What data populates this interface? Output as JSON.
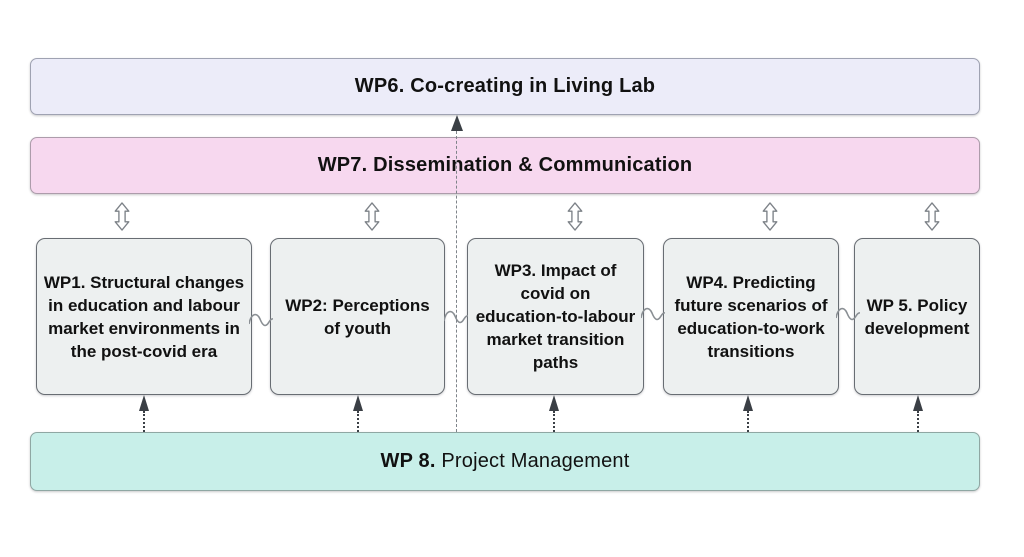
{
  "colors": {
    "wp6-fill": "#ececf9",
    "wp6-border": "#9fa2b2",
    "wp7-fill": "#f7d8ef",
    "wp7-border": "#ad9cab",
    "box-fill": "#edf0f0",
    "box-border": "#686d73",
    "wp8-fill": "#c8efe9",
    "wp8-border": "#8fa7a3",
    "text": "#111111",
    "arrow-dark": "#3a3f45",
    "arrow-outline": "#7d8288",
    "connector": "#8a8f94"
  },
  "bars": {
    "wp6": {
      "label": "WP6. Co-creating in Living Lab"
    },
    "wp7": {
      "label": "WP7. Dissemination & Communication"
    },
    "wp8": {
      "prefix": "WP 8.",
      "label": " Project Management"
    }
  },
  "boxes": [
    {
      "id": "wp1",
      "label": "WP1. Structural changes\nin education and labour\nmarket environments in\nthe post-covid era"
    },
    {
      "id": "wp2",
      "label": "WP2: Perceptions\nof youth"
    },
    {
      "id": "wp3",
      "label": "WP3. Impact of\ncovid on\neducation-to-labour\nmarket transition\npaths"
    },
    {
      "id": "wp4",
      "label": "WP4. Predicting\nfuture scenarios of\neducation-to-work\ntransitions"
    },
    {
      "id": "wp5",
      "label": "WP 5. Policy\ndevelopment"
    }
  ]
}
